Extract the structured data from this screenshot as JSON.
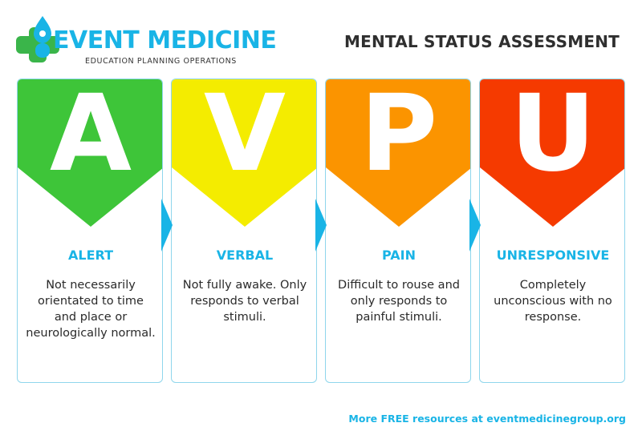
{
  "header": {
    "logo": {
      "name": "EVENT MEDICINE",
      "tagline": "EDUCATION  PLANNING  OPERATIONS",
      "colors": {
        "cross": "#3ab54a",
        "drop": "#19b4e6",
        "text": "#19b4e6"
      }
    },
    "title": "MENTAL STATUS ASSESSMENT"
  },
  "cards": [
    {
      "letter": "A",
      "label": "ALERT",
      "description": "Not necessarily orientated to time and place or neurologically normal.",
      "color": "#3ec539"
    },
    {
      "letter": "V",
      "label": "VERBAL",
      "description": "Not fully awake. Only responds to verbal stimuli.",
      "color": "#f4ec00"
    },
    {
      "letter": "P",
      "label": "PAIN",
      "description": "Difficult to rouse and only responds to painful stimuli.",
      "color": "#fb9400"
    },
    {
      "letter": "U",
      "label": "UNRESPONSIVE",
      "description": "Completely unconscious with no response.",
      "color": "#f53a00"
    }
  ],
  "footer": {
    "text": "More FREE resources at eventmedicinegroup.org"
  },
  "theme": {
    "accent": "#19b4e6",
    "border": "#8fd6ec",
    "arrow": "#19b4e6"
  }
}
